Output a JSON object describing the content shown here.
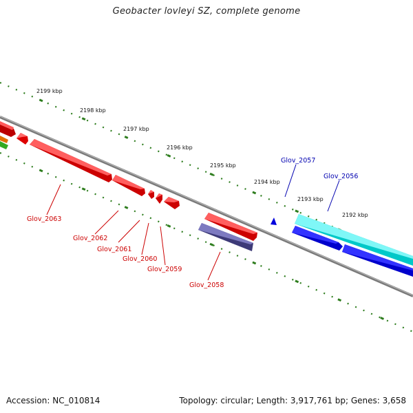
{
  "title": "Geobacter lovleyi SZ, complete genome",
  "footer": {
    "accession": "Accession: NC_010814",
    "stats": "Topology: circular; Length: 3,917,761 bp; Genes: 3,658"
  },
  "colors": {
    "backbone": "#7a7a7a",
    "ticks": "#2e7d1e",
    "red_label": "#cc0000",
    "blue_label": "#0000b0"
  },
  "scale_labels": [
    "2199 kbp",
    "2198 kbp",
    "2197 kbp",
    "2196 kbp",
    "2195 kbp",
    "2194 kbp",
    "2193 kbp",
    "2192 kbp"
  ],
  "genes": [
    {
      "name": "Glov_2063",
      "color": "#cc0000"
    },
    {
      "name": "Glov_2062",
      "color": "#cc0000"
    },
    {
      "name": "Glov_2061",
      "color": "#cc0000"
    },
    {
      "name": "Glov_2060",
      "color": "#cc0000"
    },
    {
      "name": "Glov_2059",
      "color": "#cc0000"
    },
    {
      "name": "Glov_2058",
      "color": "#cc0000"
    },
    {
      "name": "Glov_2057",
      "color": "#0000b0"
    },
    {
      "name": "Glov_2056",
      "color": "#0000b0"
    }
  ]
}
